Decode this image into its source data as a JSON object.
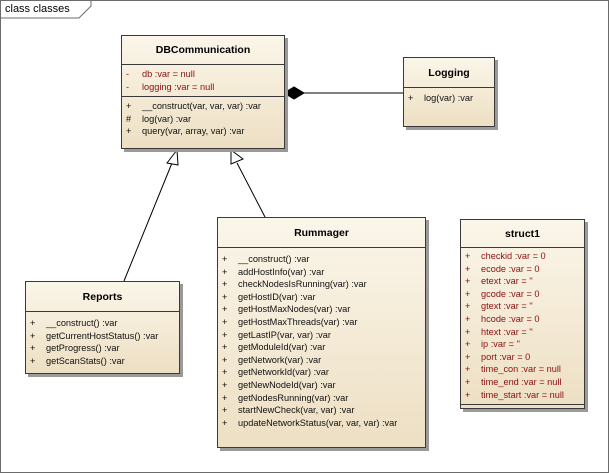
{
  "frame_label": "class classes",
  "classes": {
    "dbcommunication": {
      "name": "DBCommunication",
      "attributes": [
        {
          "vis": "-",
          "text": "db  :var = null"
        },
        {
          "vis": "-",
          "text": "logging  :var = null"
        }
      ],
      "operations": [
        {
          "vis": "+",
          "text": "__construct(var, var, var)  :var"
        },
        {
          "vis": "#",
          "text": "log(var)  :var"
        },
        {
          "vis": "+",
          "text": "query(var, array, var)  :var"
        }
      ]
    },
    "logging": {
      "name": "Logging",
      "operations": [
        {
          "vis": "+",
          "text": "log(var)  :var"
        }
      ]
    },
    "reports": {
      "name": "Reports",
      "operations": [
        {
          "vis": "+",
          "text": "__construct()  :var"
        },
        {
          "vis": "+",
          "text": "getCurrentHostStatus()  :var"
        },
        {
          "vis": "+",
          "text": "getProgress()  :var"
        },
        {
          "vis": "+",
          "text": "getScanStats()  :var"
        }
      ]
    },
    "rummager": {
      "name": "Rummager",
      "operations": [
        {
          "vis": "+",
          "text": "__construct()  :var"
        },
        {
          "vis": "+",
          "text": "addHostInfo(var)  :var"
        },
        {
          "vis": "+",
          "text": "checkNodesIsRunning(var)  :var"
        },
        {
          "vis": "+",
          "text": "getHostID(var)  :var"
        },
        {
          "vis": "+",
          "text": "getHostMaxNodes(var)  :var"
        },
        {
          "vis": "+",
          "text": "getHostMaxThreads(var)  :var"
        },
        {
          "vis": "+",
          "text": "getLastIP(var, var)  :var"
        },
        {
          "vis": "+",
          "text": "getModuleId(var)  :var"
        },
        {
          "vis": "+",
          "text": "getNetwork(var)  :var"
        },
        {
          "vis": "+",
          "text": "getNetworkId(var)  :var"
        },
        {
          "vis": "+",
          "text": "getNewNodeId(var)  :var"
        },
        {
          "vis": "+",
          "text": "getNodesRunning(var)  :var"
        },
        {
          "vis": "+",
          "text": "startNewCheck(var, var)  :var"
        },
        {
          "vis": "+",
          "text": "updateNetworkStatus(var, var, var)  :var"
        }
      ]
    },
    "struct1": {
      "name": "struct1",
      "attributes": [
        {
          "vis": "+",
          "text": "checkid  :var = 0"
        },
        {
          "vis": "+",
          "text": "ecode  :var = 0"
        },
        {
          "vis": "+",
          "text": "etext  :var = ''"
        },
        {
          "vis": "+",
          "text": "gcode  :var = 0"
        },
        {
          "vis": "+",
          "text": "gtext  :var = ''"
        },
        {
          "vis": "+",
          "text": "hcode  :var = 0"
        },
        {
          "vis": "+",
          "text": "htext  :var = ''"
        },
        {
          "vis": "+",
          "text": "ip  :var = ''"
        },
        {
          "vis": "+",
          "text": "port  :var = 0"
        },
        {
          "vis": "+",
          "text": "time_con  :var = null"
        },
        {
          "vis": "+",
          "text": "time_end  :var = null"
        },
        {
          "vis": "+",
          "text": "time_start  :var = null"
        }
      ]
    }
  },
  "relations": [
    {
      "type": "composition",
      "whole": "DBCommunication",
      "part": "Logging"
    },
    {
      "type": "generalization",
      "child": "Reports",
      "parent": "DBCommunication"
    },
    {
      "type": "generalization",
      "child": "Rummager",
      "parent": "DBCommunication"
    }
  ],
  "colors": {
    "class_fill_top": "#fbf6ea",
    "class_fill_bottom": "#eddfc3",
    "attribute_text": "#8a1010",
    "operation_text": "#111111",
    "border": "#3a3a3a"
  }
}
